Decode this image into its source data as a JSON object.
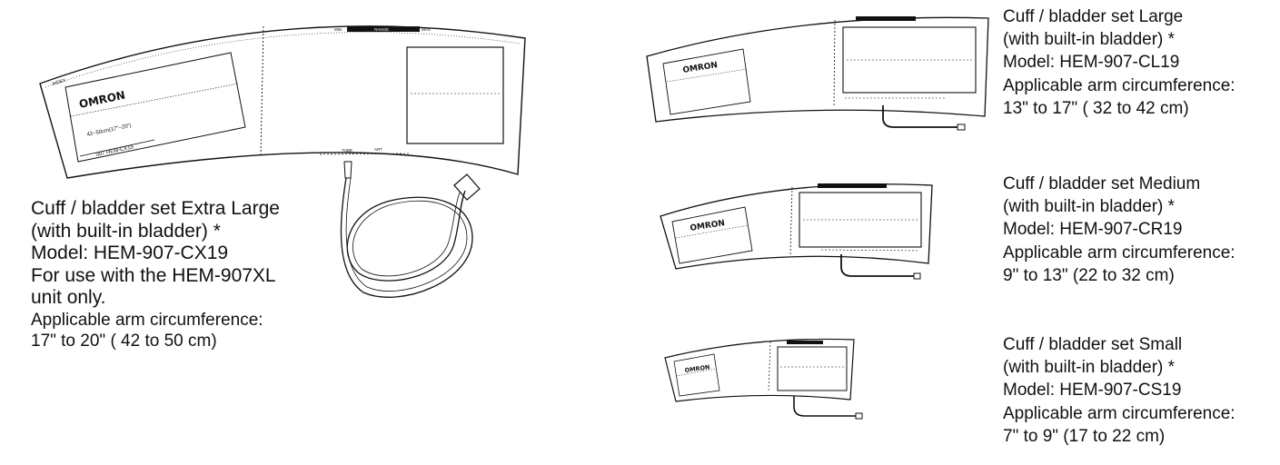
{
  "cuffs": {
    "xl": {
      "brand": "OMRON",
      "marks": {
        "index": "INDEX",
        "min": "MIN",
        "range": "RANGE",
        "max": "MAX",
        "tube": "TUBE",
        "art": "ART"
      },
      "size_text": "42~50cm(17\"~20\")",
      "model_text": "007 HEM-CX19"
    },
    "large": {
      "brand": "OMRON"
    },
    "medium": {
      "brand": "OMRON"
    },
    "small": {
      "brand": "OMRON"
    }
  },
  "captions": {
    "xl": {
      "lines": [
        "Cuff / bladder set Extra Large",
        "(with built-in bladder) *",
        "Model: HEM-907-CX19",
        "For use with the HEM-907XL",
        "unit only."
      ],
      "small_lines": [
        "Applicable arm circumference:",
        "17\" to 20\" ( 42 to 50 cm)"
      ]
    },
    "large": {
      "lines": [
        "Cuff / bladder set Large",
        "(with built-in bladder) *",
        "Model: HEM-907-CL19",
        "Applicable arm circumference:",
        "13\" to 17\" ( 32 to 42 cm)"
      ]
    },
    "medium": {
      "lines": [
        "Cuff / bladder set Medium",
        "(with built-in bladder) *",
        "Model: HEM-907-CR19",
        "Applicable arm circumference:",
        "9\" to 13\" (22 to 32 cm)"
      ]
    },
    "small": {
      "lines": [
        "Cuff / bladder set Small",
        "(with built-in bladder) *",
        "Model: HEM-907-CS19",
        "Applicable arm circumference:",
        "7\" to 9\" (17 to 22 cm)"
      ]
    }
  }
}
